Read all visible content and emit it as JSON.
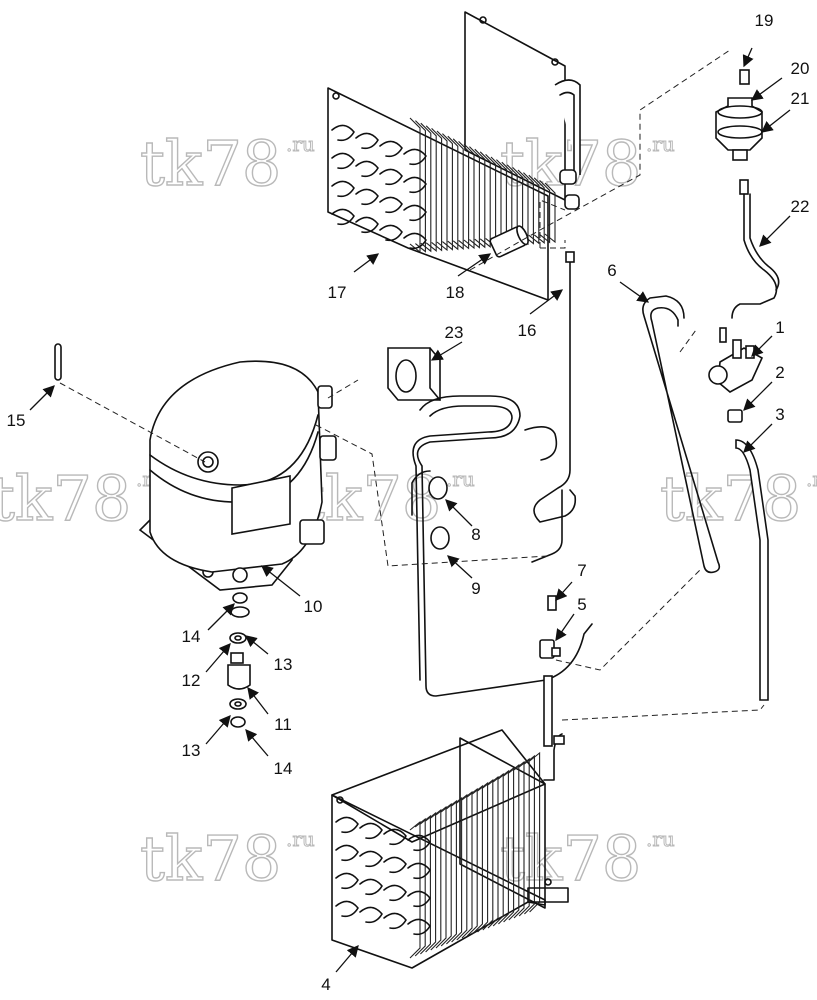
{
  "watermark": {
    "text": "tk78",
    "suffix": ".ru"
  },
  "callouts": [
    "1",
    "2",
    "3",
    "4",
    "5",
    "6",
    "7",
    "8",
    "9",
    "10",
    "11",
    "12",
    "13",
    "14",
    "15",
    "16",
    "17",
    "18",
    "19",
    "20",
    "21",
    "22",
    "23"
  ],
  "colors": {
    "line": "#111111",
    "watermark": "#b9b9b9",
    "background": "#ffffff"
  }
}
